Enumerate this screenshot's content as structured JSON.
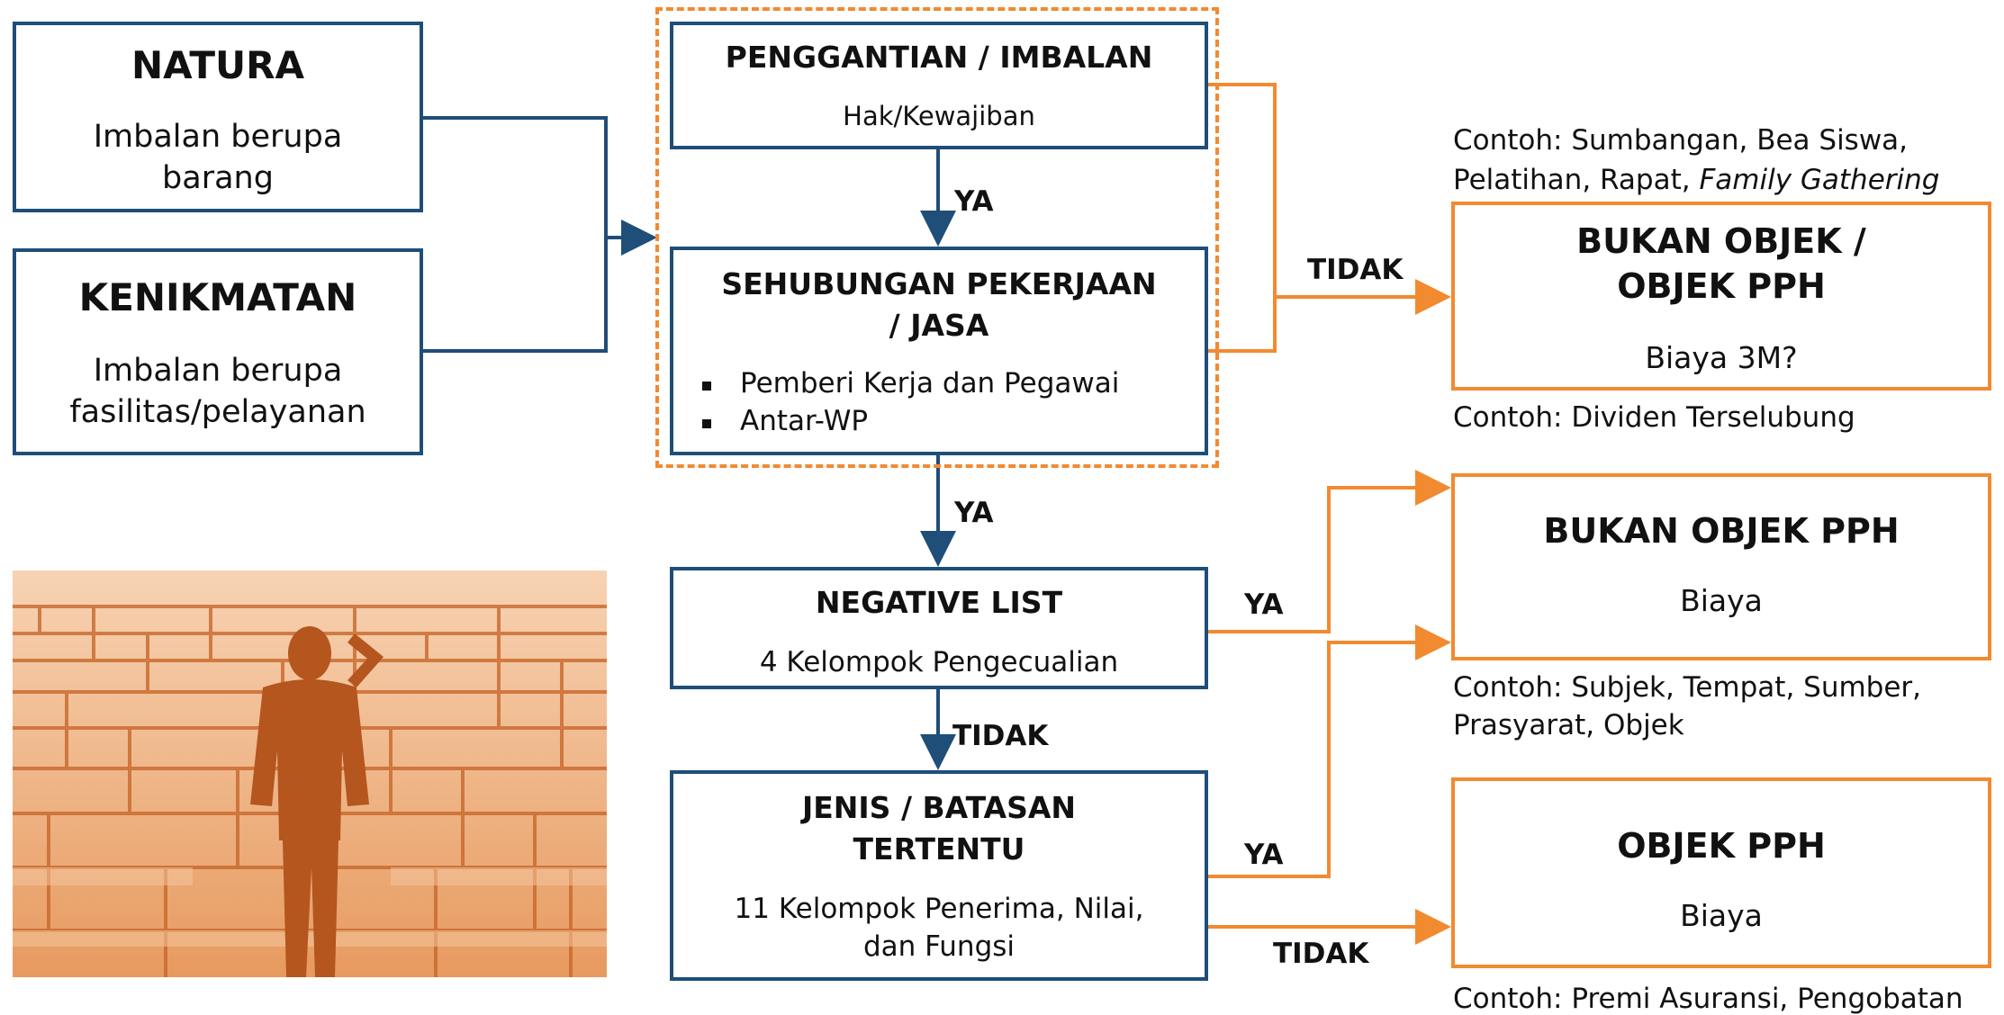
{
  "colors": {
    "blue": "#1F4E79",
    "orange": "#F28A30"
  },
  "left": {
    "natura": {
      "title": "NATURA",
      "desc_1": "Imbalan berupa",
      "desc_2": "barang"
    },
    "kenikmatan": {
      "title": "KENIKMATAN",
      "desc_1": "Imbalan berupa",
      "desc_2": "fasilitas/pelayanan"
    }
  },
  "center": {
    "penggantian": {
      "title": "PENGGANTIAN / IMBALAN",
      "sub": "Hak/Kewajiban"
    },
    "sehubungan": {
      "title_1": "SEHUBUNGAN PEKERJAAN",
      "title_2": "/ JASA",
      "bullets": [
        "Pemberi Kerja dan Pegawai",
        "Antar-WP"
      ]
    },
    "negative": {
      "title": "NEGATIVE LIST",
      "sub": "4 Kelompok Pengecualian"
    },
    "jenis": {
      "title_1": "JENIS / BATASAN",
      "title_2": "TERTENTU",
      "sub_1": "11 Kelompok Penerima, Nilai,",
      "sub_2": "dan Fungsi"
    }
  },
  "labels": {
    "ya_1": "YA",
    "ya_2": "YA",
    "tidak_center": "TIDAK",
    "tidak_right_top": "TIDAK",
    "ya_neg": "YA",
    "ya_jenis": "YA",
    "tidak_jenis": "TIDAK"
  },
  "right": {
    "bukan_objek_atau": {
      "example_top_1": "Contoh: Sumbangan, Bea Siswa,",
      "example_top_2_plain": "Pelatihan, Rapat, ",
      "example_top_2_italic": "Family Gathering",
      "title_1": "BUKAN OBJEK /",
      "title_2": "OBJEK PPH",
      "sub": "Biaya 3M?",
      "example_bottom": "Contoh: Dividen Terselubung"
    },
    "bukan_objek": {
      "title": "BUKAN OBJEK PPH",
      "sub": "Biaya",
      "example_1": "Contoh: Subjek, Tempat, Sumber,",
      "example_2": "Prasyarat, Objek"
    },
    "objek": {
      "title": "OBJEK PPH",
      "sub": "Biaya",
      "example": "Contoh: Premi Asuransi, Pengobatan"
    }
  }
}
